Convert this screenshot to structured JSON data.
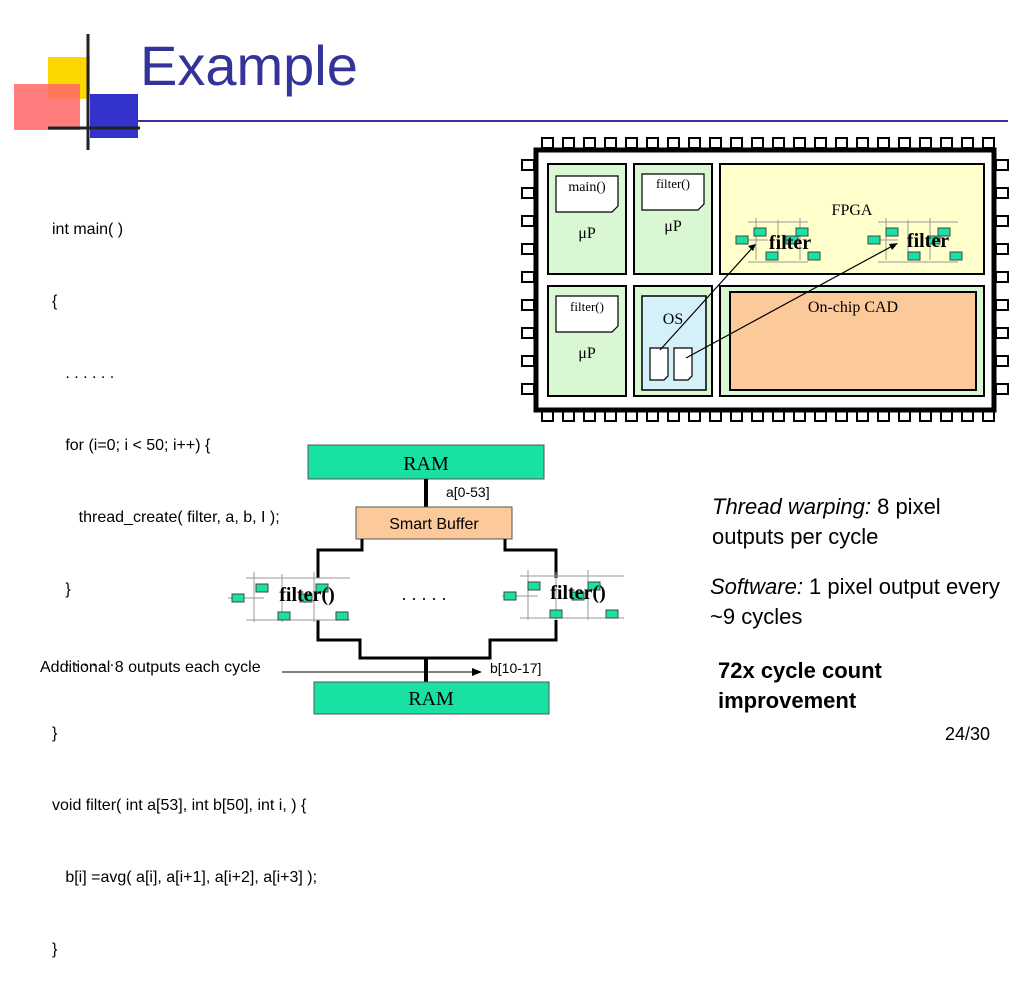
{
  "slide": {
    "title": "Example",
    "page_number": "24/30"
  },
  "code": {
    "lines": [
      "int main( )",
      "{",
      "   . . . . . .",
      "   for (i=0; i < 50; i++) {",
      "      thread_create( filter, a, b, I );",
      "   }",
      "   . . . . . .",
      "}",
      "void filter( int a[53], int b[50], int i, ) {",
      "   b[i] =avg( a[i], a[i+1], a[i+2], a[i+3] );",
      "}"
    ]
  },
  "chip": {
    "colors": {
      "green": "#d9f7d3",
      "yellow": "#ffffcc",
      "orange": "#fbc99a",
      "os_blue": "#d4f0f8",
      "teal": "#19e0a3"
    },
    "cpu1": {
      "tag": "main()",
      "label": "μP"
    },
    "cpu2": {
      "tag": "filter()",
      "label": "μP"
    },
    "cpu3": {
      "tag": "filter()",
      "label": "μP"
    },
    "os": {
      "label": "OS"
    },
    "fpga": {
      "label": "FPGA",
      "filter1": "filter",
      "filter2": "filter"
    },
    "cad": {
      "label": "On-chip CAD"
    }
  },
  "datapath": {
    "ram_top": "RAM",
    "a_label": "a[0-53]",
    "smart_buffer": "Smart Buffer",
    "filter_left": "filter()",
    "dots": ". . . . .",
    "filter_right": "filter()",
    "additional_note": "Additional 8 outputs each cycle",
    "b_label": "b[10-17]",
    "ram_bottom": "RAM"
  },
  "notes": {
    "thread_warping_italic": "Thread warping:",
    "thread_warping_text": " 8 pixel outputs per cycle",
    "software_italic": "Software:",
    "software_text": " 1 pixel output every ~9 cycles",
    "result": "72x cycle count improvement"
  }
}
